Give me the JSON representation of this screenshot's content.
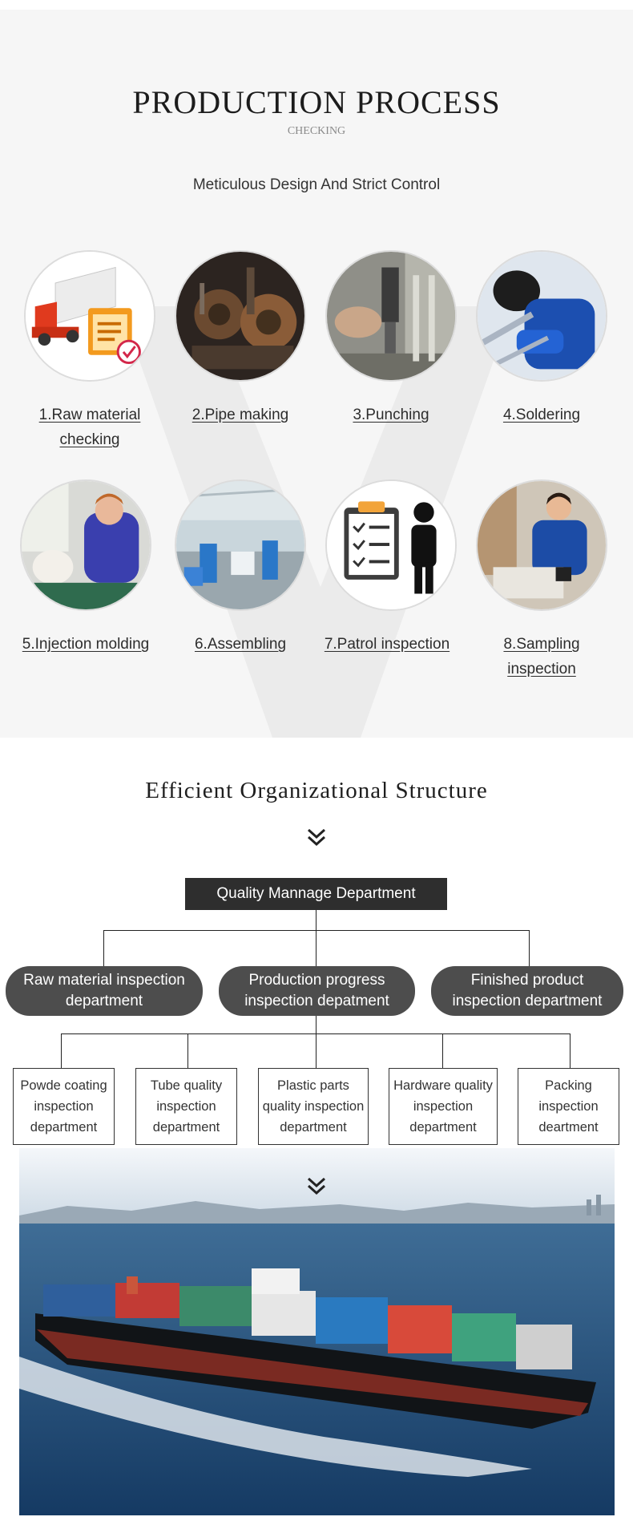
{
  "process": {
    "title": "PRODUCTION PROCESS",
    "subtitle": "CHECKING",
    "tagline": "Meticulous Design And Strict Control",
    "steps": [
      {
        "line1": "1.Raw material",
        "line2": "checking",
        "image": "truck-checklist-icon"
      },
      {
        "line1": "2.Pipe making",
        "line2": "",
        "image": "pipe-machine-photo"
      },
      {
        "line1": "3.Punching",
        "line2": "",
        "image": "punching-photo"
      },
      {
        "line1": "4.Soldering",
        "line2": "",
        "image": "soldering-photo"
      },
      {
        "line1": "5.Injection molding",
        "line2": "",
        "image": "injection-worker-photo"
      },
      {
        "line1": "6.Assembling",
        "line2": "",
        "image": "factory-floor-photo"
      },
      {
        "line1": "7.Patrol inspection",
        "line2": "",
        "image": "clipboard-person-icon"
      },
      {
        "line1": "8.Sampling",
        "line2": "inspection",
        "image": "sampling-worker-photo"
      }
    ]
  },
  "org": {
    "title": "Efficient Organizational Structure",
    "top": "Quality Mannage Department",
    "level2": [
      {
        "line1": "Raw material inspection",
        "line2": "department"
      },
      {
        "line1": "Production progress",
        "line2": "inspection depatment"
      },
      {
        "line1": "Finished product",
        "line2": "inspection department"
      }
    ],
    "level3": [
      {
        "line1": "Powde coating",
        "line2": "inspection",
        "line3": "department"
      },
      {
        "line1": "Tube quality",
        "line2": "inspection",
        "line3": "department"
      },
      {
        "line1": "Plastic parts",
        "line2": "quality inspection",
        "line3": "department"
      },
      {
        "line1": "Hardware quality",
        "line2": "inspection",
        "line3": "department"
      },
      {
        "line1": "Packing",
        "line2": "inspection",
        "line3": "deartment"
      }
    ]
  },
  "icons": {
    "chevron1": "double-chevron-down-icon",
    "chevron2": "double-chevron-down-icon"
  },
  "colors": {
    "dark_box": "#2e2e2e",
    "pill": "#4d4d4d",
    "section_bg": "#f6f6f6"
  }
}
